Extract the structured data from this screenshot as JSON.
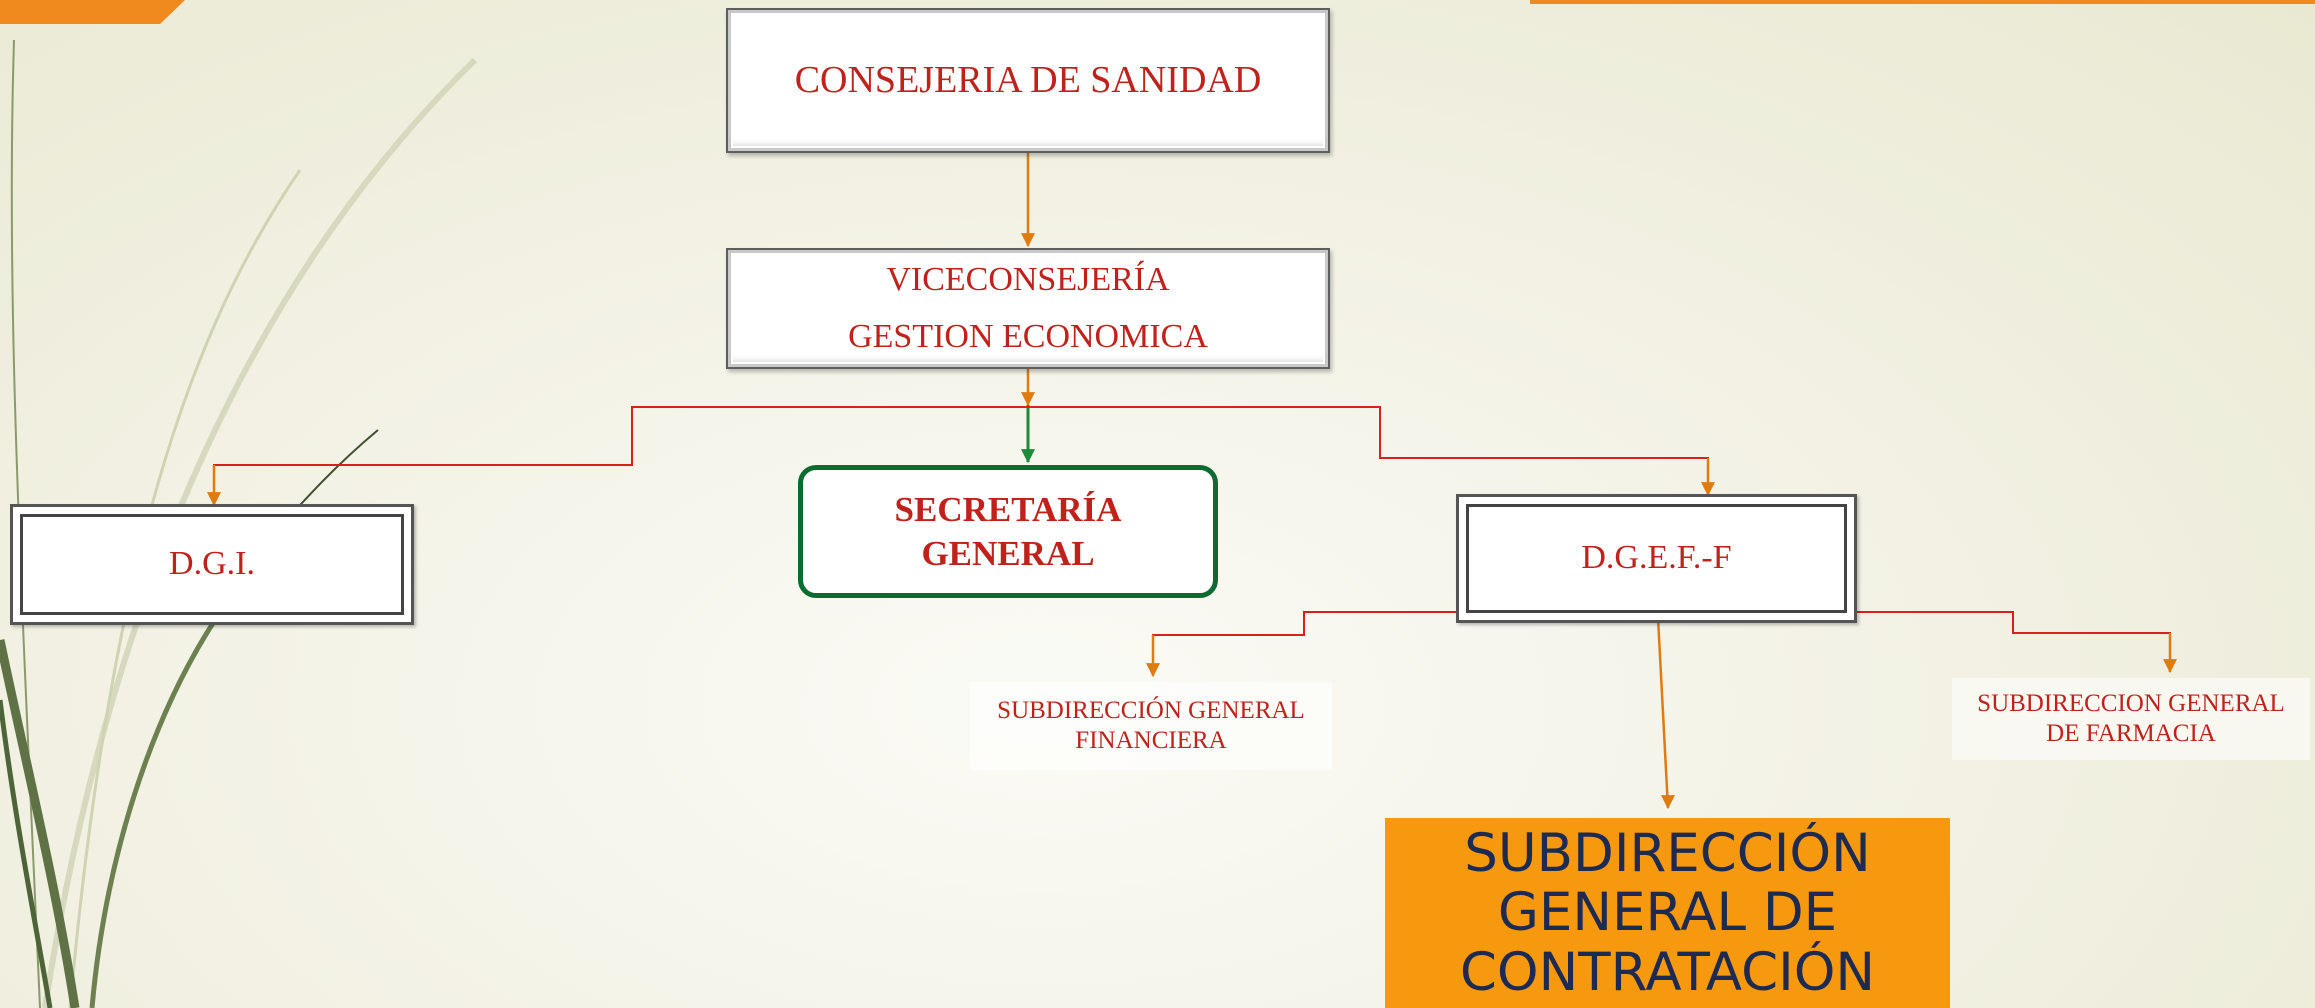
{
  "nodes": {
    "consejeria": {
      "line1": "CONSEJERIA DE SANIDAD"
    },
    "viceconsejeria": {
      "line1": "VICECONSEJERÍA",
      "line2": "GESTION ECONOMICA"
    },
    "dgi": {
      "line1": "D.G.I."
    },
    "secretaria": {
      "line1": "SECRETARÍA",
      "line2": "GENERAL"
    },
    "dgef": {
      "line1": "D.G.E.F.-F"
    },
    "sub_financiera": {
      "line1": "SUBDIRECCIÓN GENERAL",
      "line2": "FINANCIERA"
    },
    "sub_farmacia": {
      "line1": "SUBDIRECCION GENERAL",
      "line2": "DE FARMACIA"
    },
    "sub_contratacion": {
      "line1": "SUBDIRECCIÓN",
      "line2": "GENERAL DE",
      "line3": "CONTRATACIÓN"
    }
  },
  "colors": {
    "text_red": "#c0211b",
    "arrow_orange": "#e07b10",
    "line_red": "#d9211b",
    "arrow_green": "#1d8a3c",
    "secretaria_border": "#0d6b31",
    "orange_fill": "#f6990f",
    "navy_text": "#1d2a52"
  }
}
